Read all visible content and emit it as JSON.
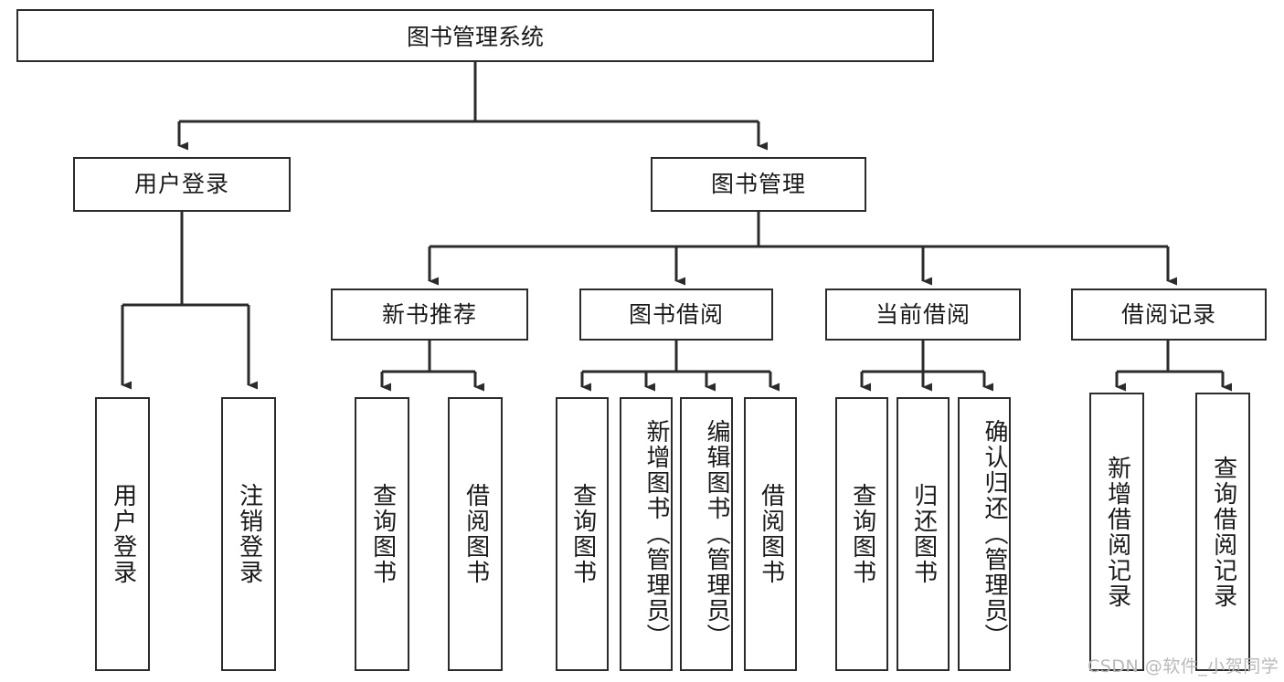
{
  "diagram": {
    "type": "tree",
    "title": "图书管理系统",
    "watermark": "CSDN @软件_小贺同学",
    "colors": {
      "background": "#ffffff",
      "box_border": "#2b2b2b",
      "box_fill": "#ffffff",
      "connector": "#2b2b2b",
      "text": "#1a1a1a",
      "watermark": "#b9b9b9"
    },
    "root": {
      "id": "root",
      "label": "图书管理系统"
    },
    "level2": [
      {
        "id": "user-login",
        "label": "用户登录"
      },
      {
        "id": "book-management",
        "label": "图书管理"
      }
    ],
    "level3": [
      {
        "id": "new-book-recommend",
        "label": "新书推荐",
        "parent": "book-management"
      },
      {
        "id": "book-borrow",
        "label": "图书借阅",
        "parent": "book-management"
      },
      {
        "id": "current-borrow",
        "label": "当前借阅",
        "parent": "book-management"
      },
      {
        "id": "borrow-record",
        "label": "借阅记录",
        "parent": "book-management"
      }
    ],
    "leaves": {
      "user_login": [
        {
          "id": "leaf-user-login",
          "label": "用户登录"
        },
        {
          "id": "leaf-logout-login",
          "label": "注销登录"
        }
      ],
      "new_book_recommend": [
        {
          "id": "leaf-query-book-1",
          "label": "查询图书"
        },
        {
          "id": "leaf-borrow-book-1",
          "label": "借阅图书"
        }
      ],
      "book_borrow": [
        {
          "id": "leaf-query-book-2",
          "label": "查询图书"
        },
        {
          "id": "leaf-add-book",
          "label": "新增图书（管理员）"
        },
        {
          "id": "leaf-edit-book",
          "label": "编辑图书（管理员）"
        },
        {
          "id": "leaf-borrow-book-2",
          "label": "借阅图书"
        }
      ],
      "current_borrow": [
        {
          "id": "leaf-query-book-3",
          "label": "查询图书"
        },
        {
          "id": "leaf-return-book",
          "label": "归还图书"
        },
        {
          "id": "leaf-confirm-return",
          "label": "确认归还（管理员）"
        }
      ],
      "borrow_record": [
        {
          "id": "leaf-add-record",
          "label": "新增借阅记录"
        },
        {
          "id": "leaf-query-record",
          "label": "查询借阅记录"
        }
      ]
    }
  }
}
